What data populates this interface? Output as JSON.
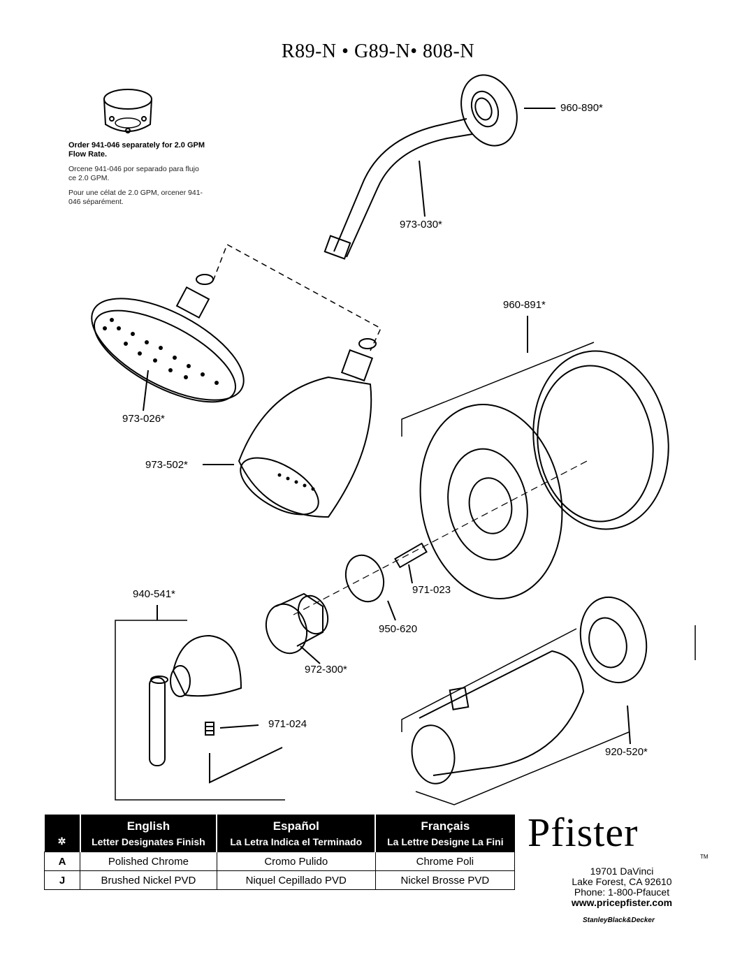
{
  "title": "R89-N • G89-N• 808-N",
  "note": {
    "en": "Order 941-046 separately for 2.0 GPM  Flow Rate.",
    "es": "Orcene 941-046 por separado para flujo ce 2.0 GPM.",
    "fr": "Pour une célat de 2.0 GPM, orcener 941-046 séparément."
  },
  "parts": {
    "p960_890": "960-890*",
    "p973_030": "973-030*",
    "p960_891": "960-891*",
    "p973_026": "973-026*",
    "p973_502": "973-502*",
    "p971_023": "971-023",
    "p940_541": "940-541*",
    "p950_620": "950-620",
    "p972_300": "972-300*",
    "p971_024": "971-024",
    "p920_520": "920-520*"
  },
  "table": {
    "headers": [
      {
        "lang": "English",
        "sub": "Letter Designates Finish"
      },
      {
        "lang": "Español",
        "sub": "La Letra Indica el Terminado"
      },
      {
        "lang": "Français",
        "sub": "La Lettre Designe La Fini"
      }
    ],
    "rows": [
      {
        "code": "A",
        "en": "Polished Chrome",
        "es": "Cromo Pulido",
        "fr": "Chrome Poli"
      },
      {
        "code": "J",
        "en": "Brushed Nickel PVD",
        "es": "Niquel Cepillado PVD",
        "fr": "Nickel Brosse PVD"
      }
    ]
  },
  "brand": {
    "name": "Pfister",
    "tm": "TM",
    "address1": "19701 DaVinci",
    "address2": "Lake Forest, CA 92610",
    "phone": "Phone: 1-800-Pfaucet",
    "web": "www.pricepfister.com",
    "parent": "StanleyBlack&Decker"
  }
}
